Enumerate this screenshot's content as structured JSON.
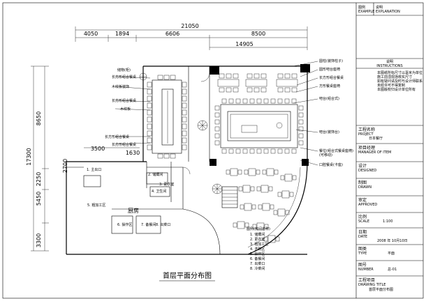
{
  "caption": "首层平面分布图",
  "kitchen_label": "厨房",
  "dims": {
    "total_width": "21050",
    "d1": "4050",
    "d2": "1894",
    "d3": "6606",
    "d4": "8500",
    "d5": "14905",
    "d6": "3500",
    "d7": "1630",
    "total_height": "17300",
    "h1": "8650",
    "h2": "2250",
    "h3": "5450",
    "h4": "3300",
    "h5": "2700"
  },
  "notes_right": [
    "圆柱(装饰柱子)",
    "圆形吧台座椅",
    "长方形组合餐桌",
    "方形餐桌座椅",
    "吧台(组合式)",
    "吧台(装饰台)",
    "餐位(组合式餐桌座椅)",
    "(可移动)",
    "口腔餐桌(卡座)"
  ],
  "notes_left": [
    "储物(柜)",
    "长方形组合餐桌",
    "木纹板装饰",
    "长方形组合餐桌",
    "木纹板",
    "长方形组合餐桌",
    "长方形组合餐桌"
  ],
  "rooms": [
    "1. 主出口",
    "2. 储藏间",
    "3. 更衣室",
    "4. 卫生间",
    "5. 粗加工区",
    "6. 操作区",
    "7. 备餐间",
    "8. 出菜口"
  ],
  "legend": {
    "title": "图例(房间名称)",
    "items": [
      "1. 储藏间",
      "2. 更衣室",
      "3. 粗加工区",
      "4. 洗碗区",
      "5. 操作区",
      "6. 备餐间",
      "7. 出菜口",
      "8. 冷菜间"
    ]
  },
  "title_block": {
    "example_cn": "图例",
    "example_en": "EXAMPLE",
    "explain_cn": "说明",
    "explain_en": "EXPLANATION",
    "instructions_cn": "说明",
    "instructions_en": "INSTRUCTIONS",
    "instruction_lines": [
      "本图纸所标尺寸以毫米为单位",
      "施工前须现场核实尺寸",
      "如有疑问请及时与设计师联系",
      "未经许可不得复制",
      "本图版权归设计单位所有"
    ],
    "project_cn": "工程名称",
    "project_en": "PROJECT",
    "project_value": "日本餐厅",
    "manager_cn": "项目经理",
    "manager_en": "MANAGER OF ITEM",
    "design_cn": "设计",
    "design_en": "DESIGNED",
    "drawn_cn": "制图",
    "drawn_en": "DRAWN",
    "check_cn": "审定",
    "check_en": "APPROVED",
    "scale_cn": "比例",
    "scale_en": "SCALE",
    "scale_value": "1:100",
    "date_cn": "日期",
    "date_en": "DATE",
    "date_value": "2008 年 10月10日",
    "type_cn": "图类",
    "type_en": "TYPE",
    "type_value": "平面",
    "number_cn": "图号",
    "number_en": "NUMBER",
    "number_value": "总-01",
    "title_cn": "工程项目",
    "title_en": "DRAWING TITLE",
    "title_value": "首层平面分布图"
  }
}
